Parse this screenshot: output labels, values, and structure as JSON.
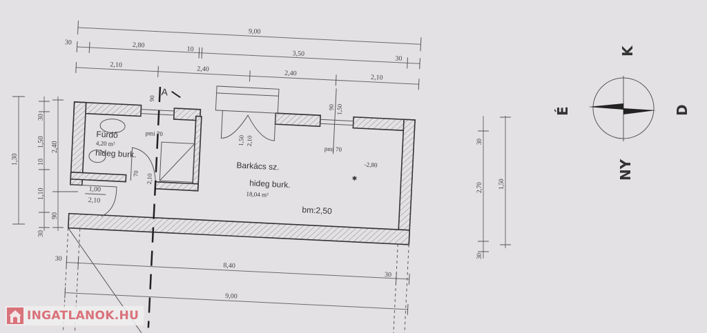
{
  "plan": {
    "top_dims": {
      "overall": "9,00",
      "row2": [
        "30",
        "2,80",
        "10",
        "3,50",
        "30"
      ],
      "row3": [
        "2,10",
        "2,40",
        "2,40",
        "2,10"
      ]
    },
    "bottom_dims": {
      "row1": [
        "30",
        "8,40",
        "30"
      ],
      "overall": "9,00"
    },
    "left_dims": {
      "overall": "1,30",
      "col2": [
        "30",
        "1,50",
        "10",
        "1,10",
        "90",
        "30"
      ],
      "col3": "2,40"
    },
    "right_dims": {
      "col1": [
        "30",
        "2,70",
        "30"
      ],
      "col2": "1,50"
    },
    "section_marker": "A",
    "openings": {
      "bath_window_height": "90",
      "right_window": [
        "90",
        "1,50"
      ],
      "pmi_left": "pmi 70",
      "pmi_right": "pmi 70",
      "main_door": [
        "1,50",
        "2,10"
      ],
      "bath_door": [
        "70",
        "2,10"
      ],
      "entrance_door": [
        "1,00",
        "2,10"
      ]
    },
    "rooms": {
      "bathroom": {
        "name": "Fürdő",
        "area": "4,20 m²",
        "floor": "hideg burk."
      },
      "workshop": {
        "name": "Barkács sz.",
        "floor": "hideg burk.",
        "area": "18,04 m²",
        "level": "-2,80",
        "height": "bm:2,50"
      }
    },
    "compass": {
      "north": "É",
      "east": "K",
      "south": "D",
      "west": "NY"
    }
  },
  "watermark": {
    "text": "INGATLANOK.HU",
    "color": "#d9727a"
  }
}
